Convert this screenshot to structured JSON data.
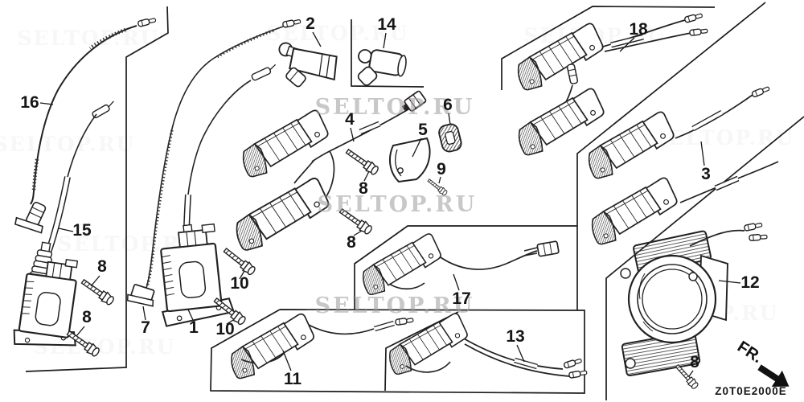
{
  "diagram_code": "Z0T0E2000E",
  "direction_label": "FR.",
  "watermark": {
    "text": "SELTOP.RU",
    "color": "#9e9b9b"
  },
  "callouts": [
    {
      "label": "16"
    },
    {
      "label": "15"
    },
    {
      "label": "8"
    },
    {
      "label": "8"
    },
    {
      "label": "7"
    },
    {
      "label": "1"
    },
    {
      "label": "10"
    },
    {
      "label": "10"
    },
    {
      "label": "2"
    },
    {
      "label": "14"
    },
    {
      "label": "4"
    },
    {
      "label": "8"
    },
    {
      "label": "8"
    },
    {
      "label": "5"
    },
    {
      "label": "6"
    },
    {
      "label": "9"
    },
    {
      "label": "18"
    },
    {
      "label": "3"
    },
    {
      "label": "17"
    },
    {
      "label": "13"
    },
    {
      "label": "11"
    },
    {
      "label": "12"
    },
    {
      "label": "8"
    }
  ]
}
